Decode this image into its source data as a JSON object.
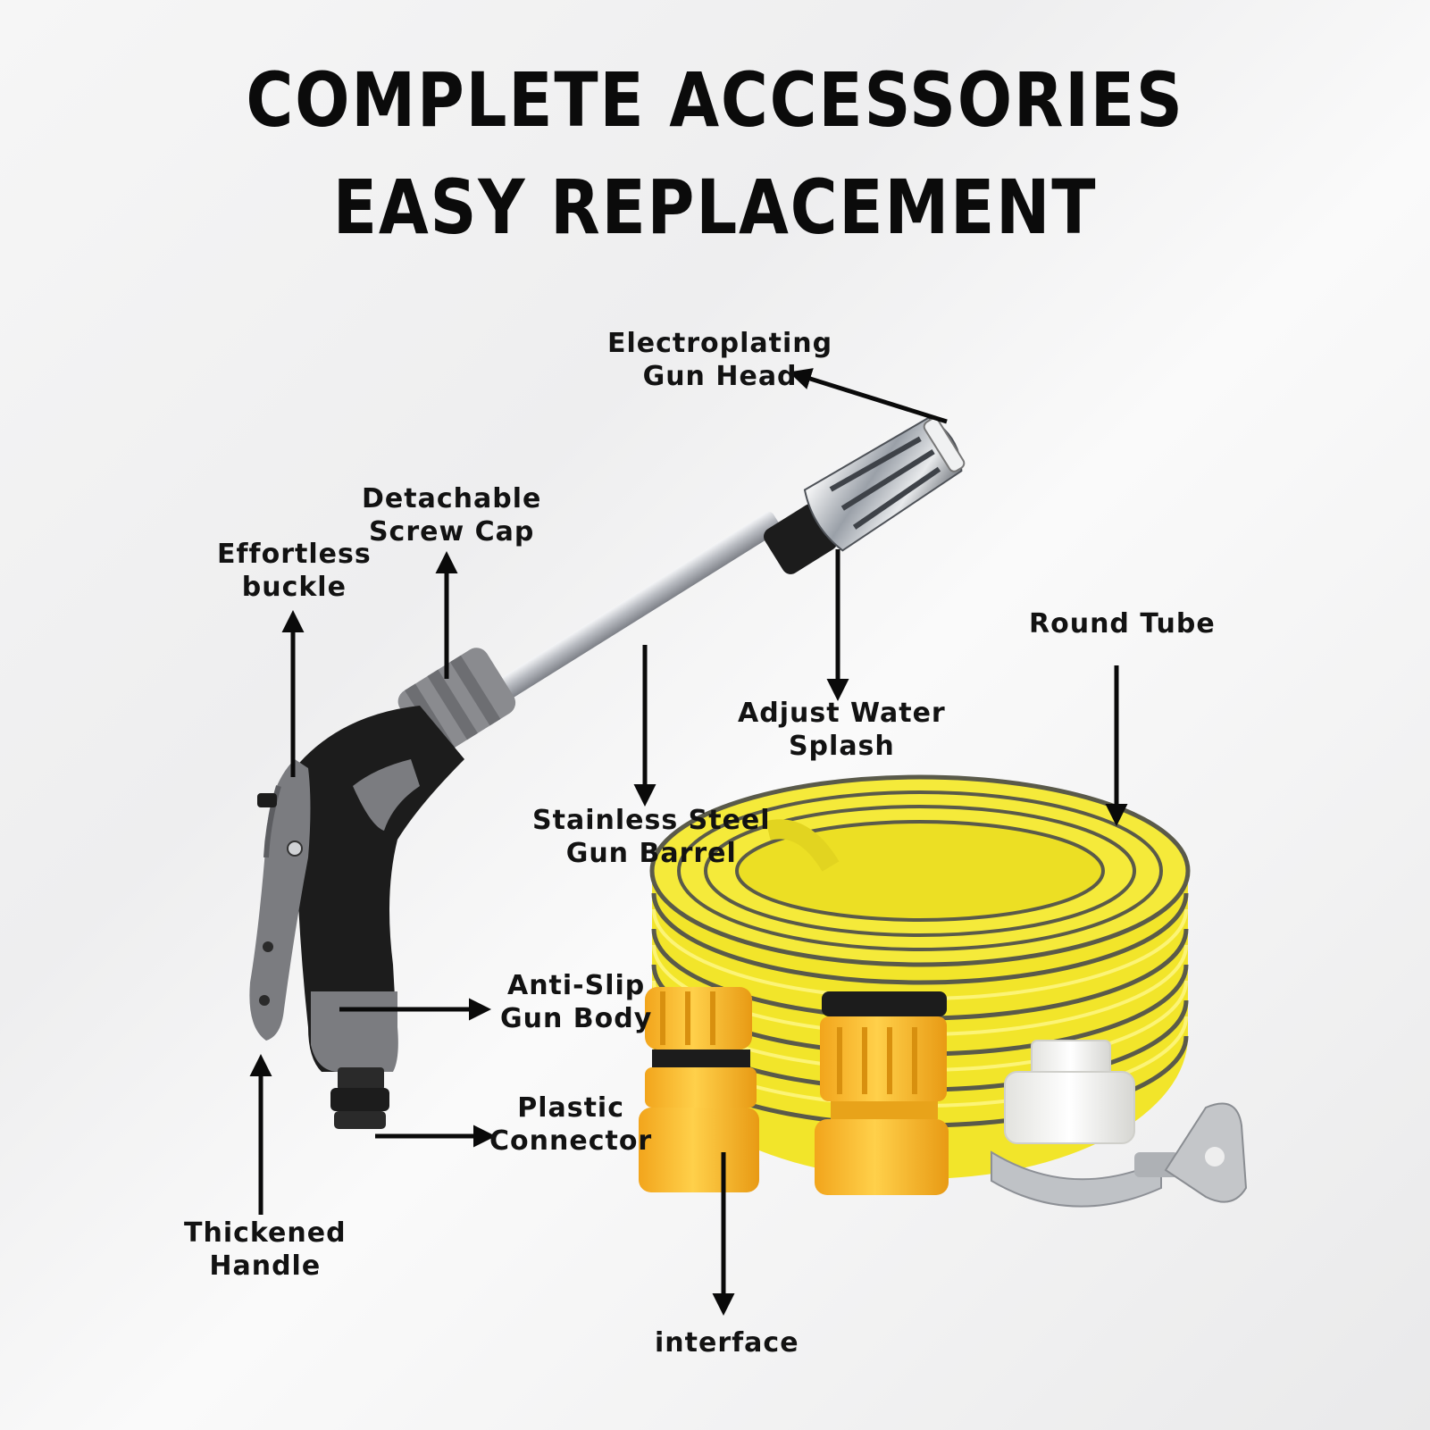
{
  "headline": {
    "line1": "COMPLETE ACCESSORIES",
    "line2": "EASY REPLACEMENT"
  },
  "labels": {
    "electroplating_gun_head": [
      "Electroplating",
      "Gun Head"
    ],
    "detachable_screw_cap": [
      "Detachable",
      "Screw Cap"
    ],
    "effortless_buckle": [
      "Effortless",
      "buckle"
    ],
    "round_tube": [
      "Round Tube"
    ],
    "adjust_water_splash": [
      "Adjust Water",
      "Splash"
    ],
    "stainless_steel_gun_barrel": [
      "Stainless Steel",
      "Gun Barrel"
    ],
    "anti_slip_gun_body": [
      "Anti-Slip",
      "Gun Body"
    ],
    "plastic_connector": [
      "Plastic",
      "Connector"
    ],
    "thickened_handle": [
      "Thickened",
      "Handle"
    ],
    "interface": [
      "interface"
    ]
  },
  "colors": {
    "hose_yellow": "#f2e52a",
    "hose_stripe": "#5a5a4a",
    "connector_orange": "#f7b526",
    "handle_black": "#1c1c1c",
    "handle_gray": "#7b7c80",
    "steel": "#c9cbcf",
    "white_part": "#f2f2f0"
  }
}
